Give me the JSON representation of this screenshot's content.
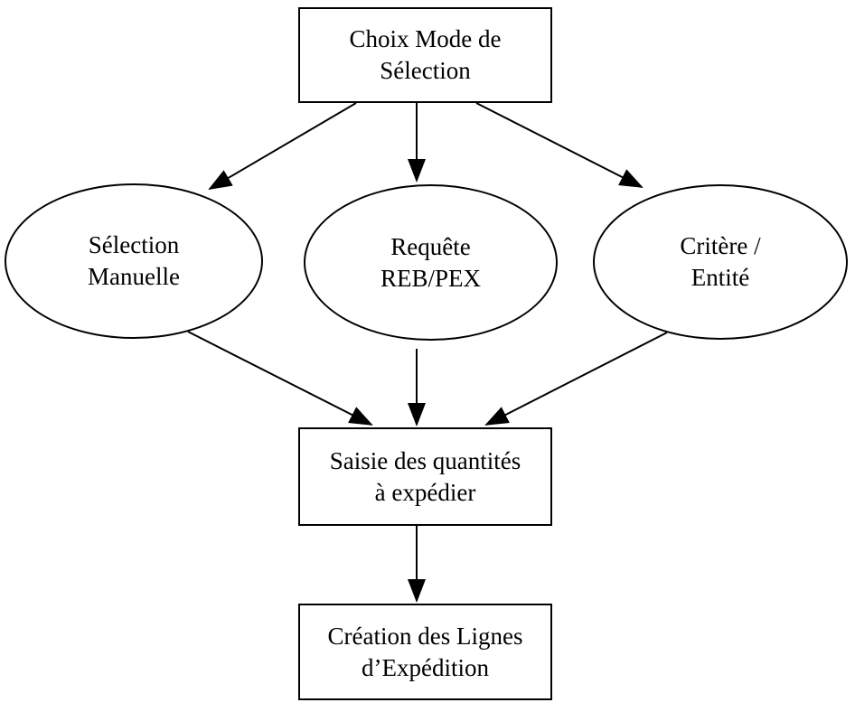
{
  "diagram": {
    "background": "#ffffff",
    "stroke_color": "#000000",
    "text_color": "#000000",
    "nodes": [
      {
        "id": "choice-mode",
        "shape": "rectangle",
        "label": "Choix Mode de\nSélection"
      },
      {
        "id": "manual-selection",
        "shape": "ellipse",
        "label": "Sélection\nManuelle"
      },
      {
        "id": "reb-pex-request",
        "shape": "ellipse",
        "label": "Requête\nREB/PEX"
      },
      {
        "id": "criteria-entity",
        "shape": "ellipse",
        "label": "Critère /\nEntité"
      },
      {
        "id": "quantities-entry",
        "shape": "rectangle",
        "label": "Saisie des quantités\nà expédier"
      },
      {
        "id": "shipping-lines-creation",
        "shape": "rectangle",
        "label": "Création des Lignes\nd’Expédition"
      }
    ],
    "edges": [
      {
        "from": "choice-mode",
        "to": "manual-selection"
      },
      {
        "from": "choice-mode",
        "to": "reb-pex-request"
      },
      {
        "from": "choice-mode",
        "to": "criteria-entity"
      },
      {
        "from": "manual-selection",
        "to": "quantities-entry"
      },
      {
        "from": "reb-pex-request",
        "to": "quantities-entry"
      },
      {
        "from": "criteria-entity",
        "to": "quantities-entry"
      },
      {
        "from": "quantities-entry",
        "to": "shipping-lines-creation"
      }
    ]
  }
}
